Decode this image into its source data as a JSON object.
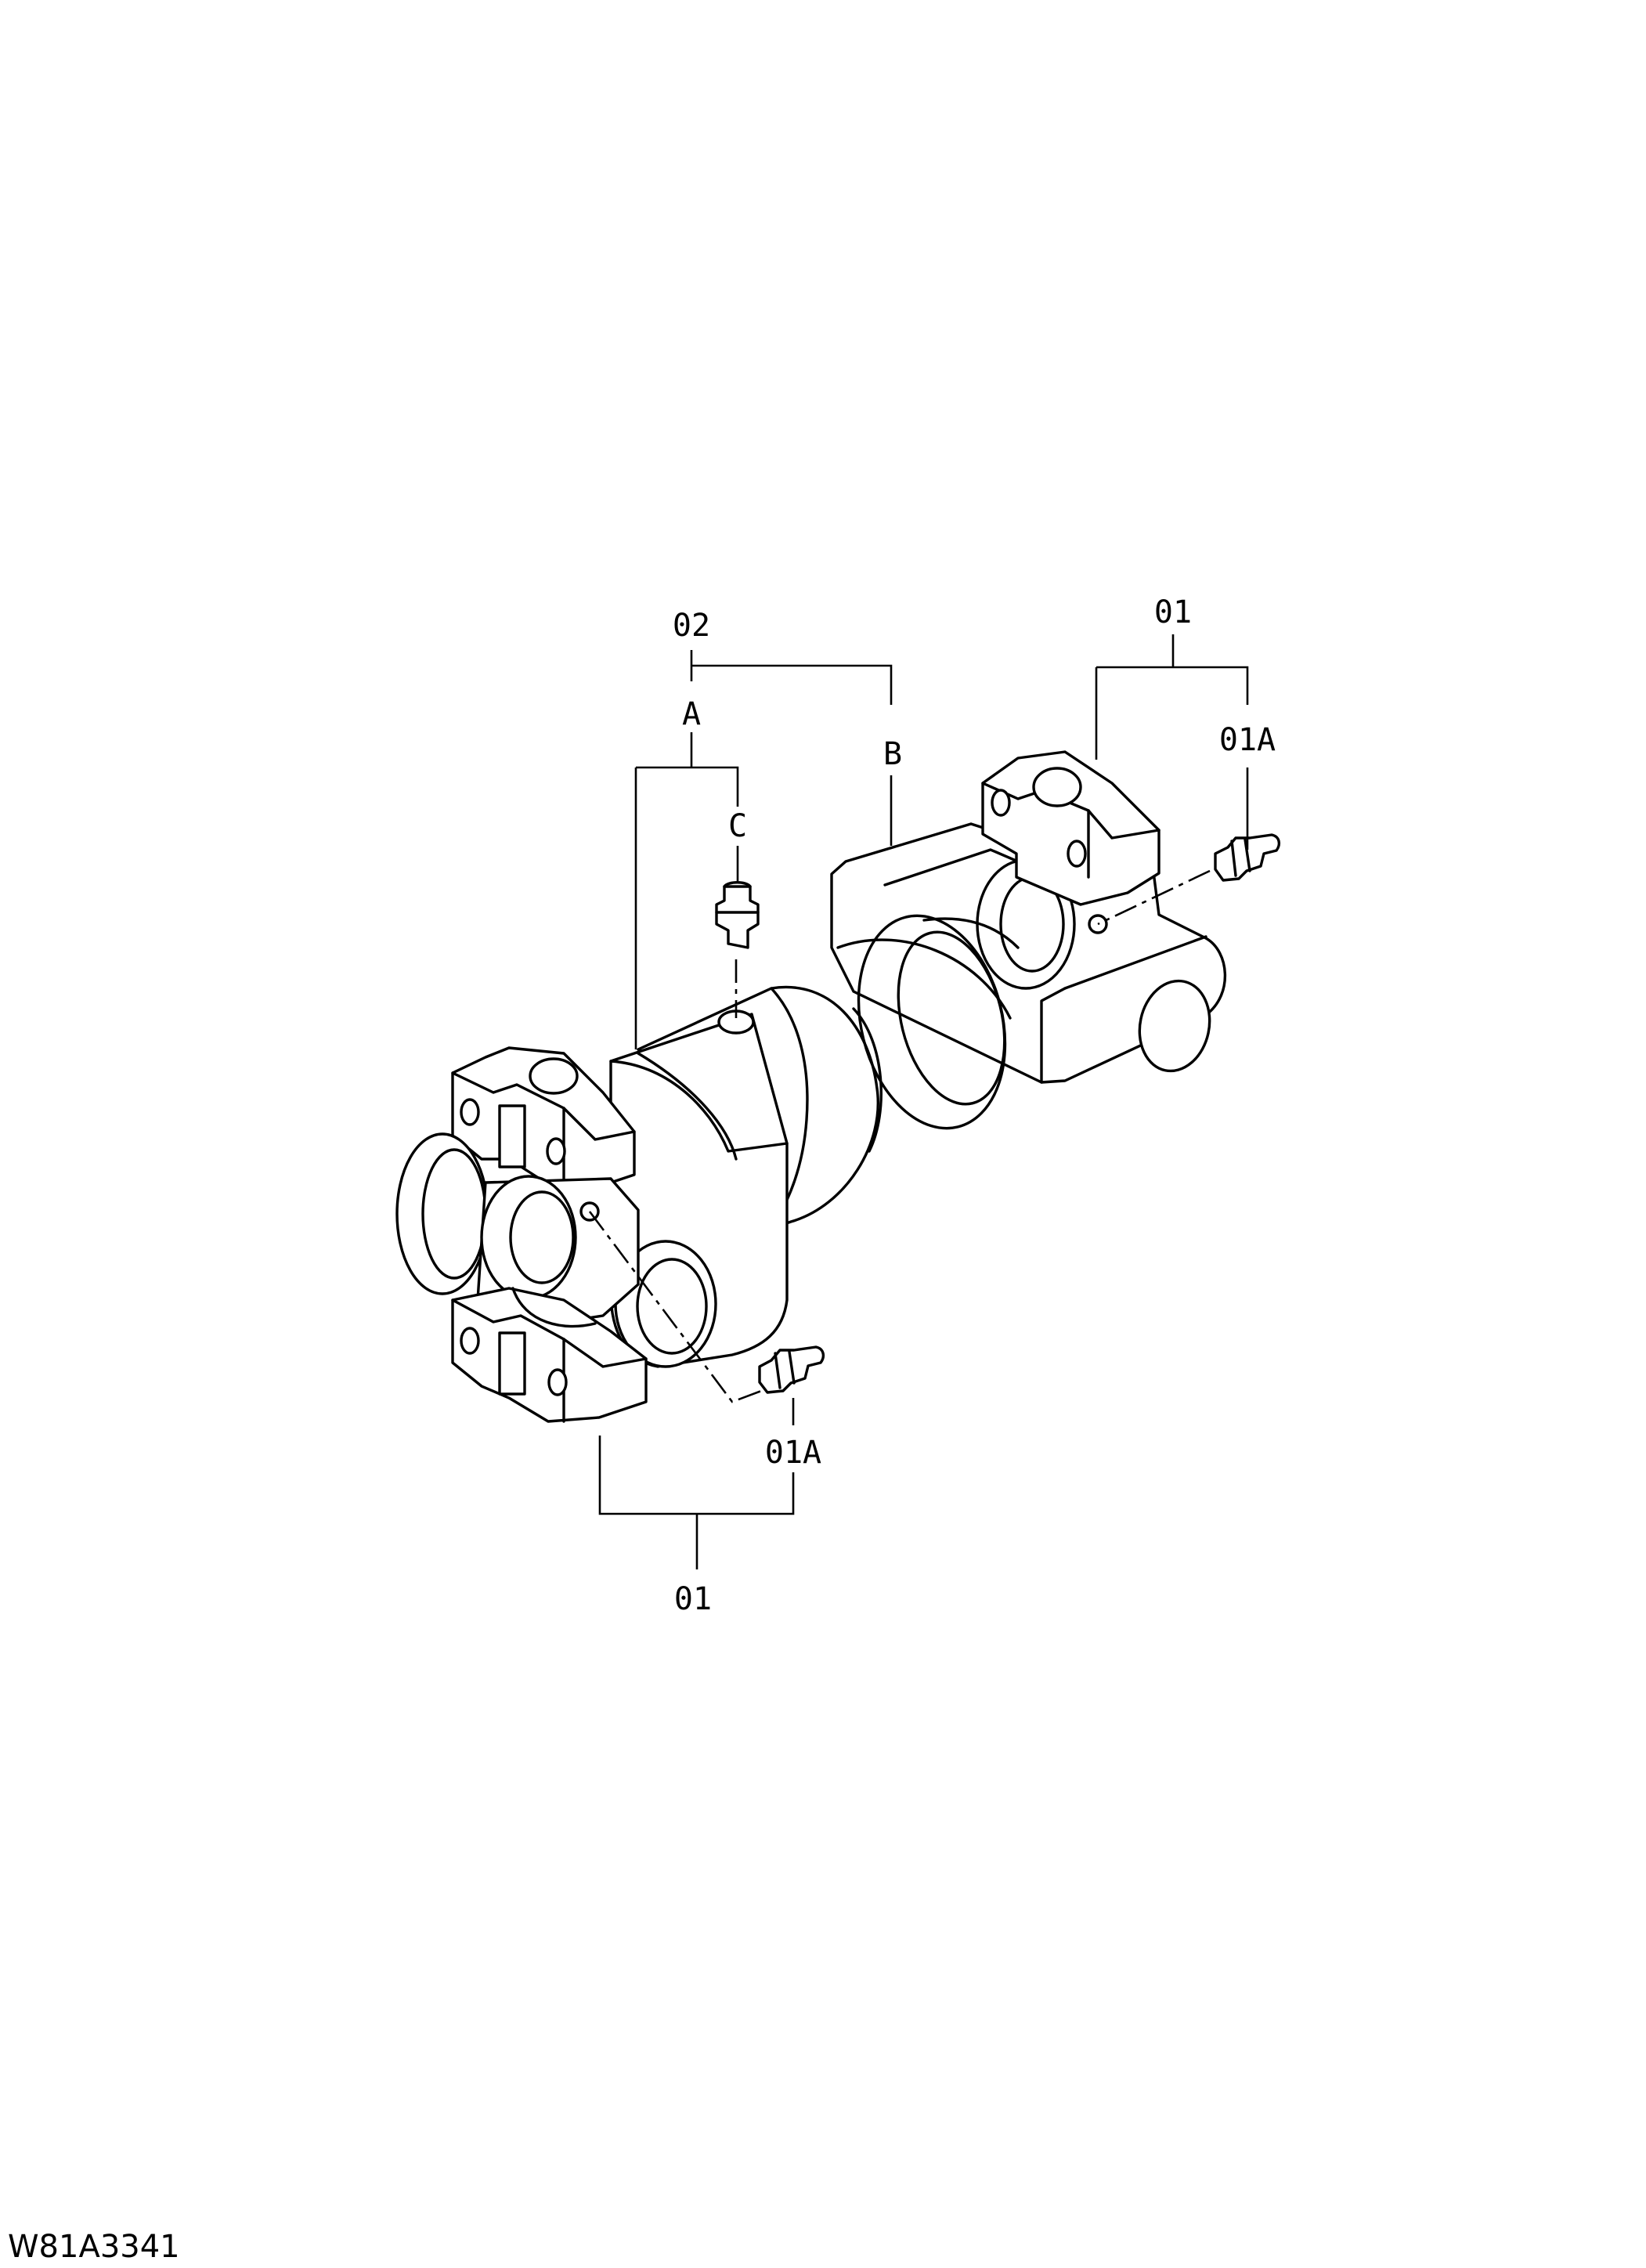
{
  "drawing_code": "W81A3341",
  "callouts": {
    "top_assembly": "02",
    "part_a": "A",
    "part_b": "B",
    "part_c": "C",
    "right_yoke": "01",
    "right_fitting": "01A",
    "left_fitting": "01A",
    "left_yoke": "01"
  }
}
